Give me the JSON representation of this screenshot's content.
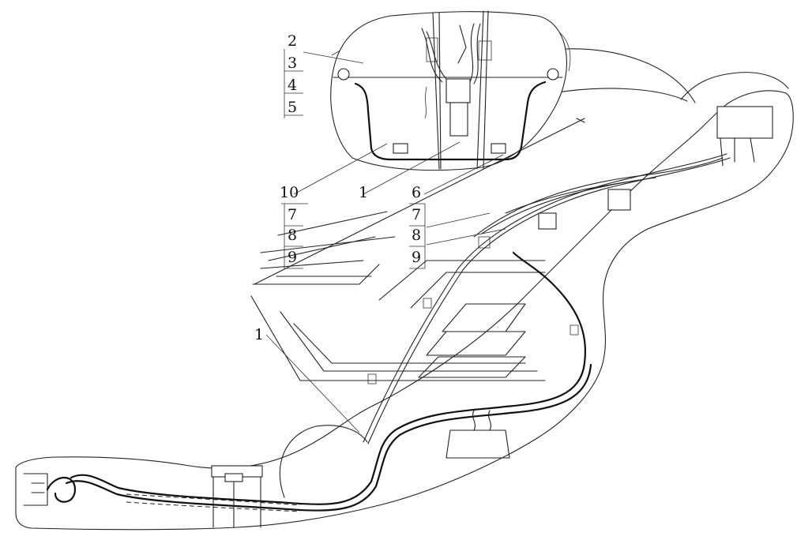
{
  "colors": {
    "line": "#222222",
    "background": "#ffffff"
  },
  "callouts": {
    "top_left": [
      "2",
      "3",
      "4",
      "5"
    ],
    "lower_left": [
      "10",
      "7",
      "8",
      "9"
    ],
    "center_top": "1",
    "right_stack": [
      "6",
      "7",
      "8",
      "9"
    ],
    "bottom_left": "1"
  }
}
